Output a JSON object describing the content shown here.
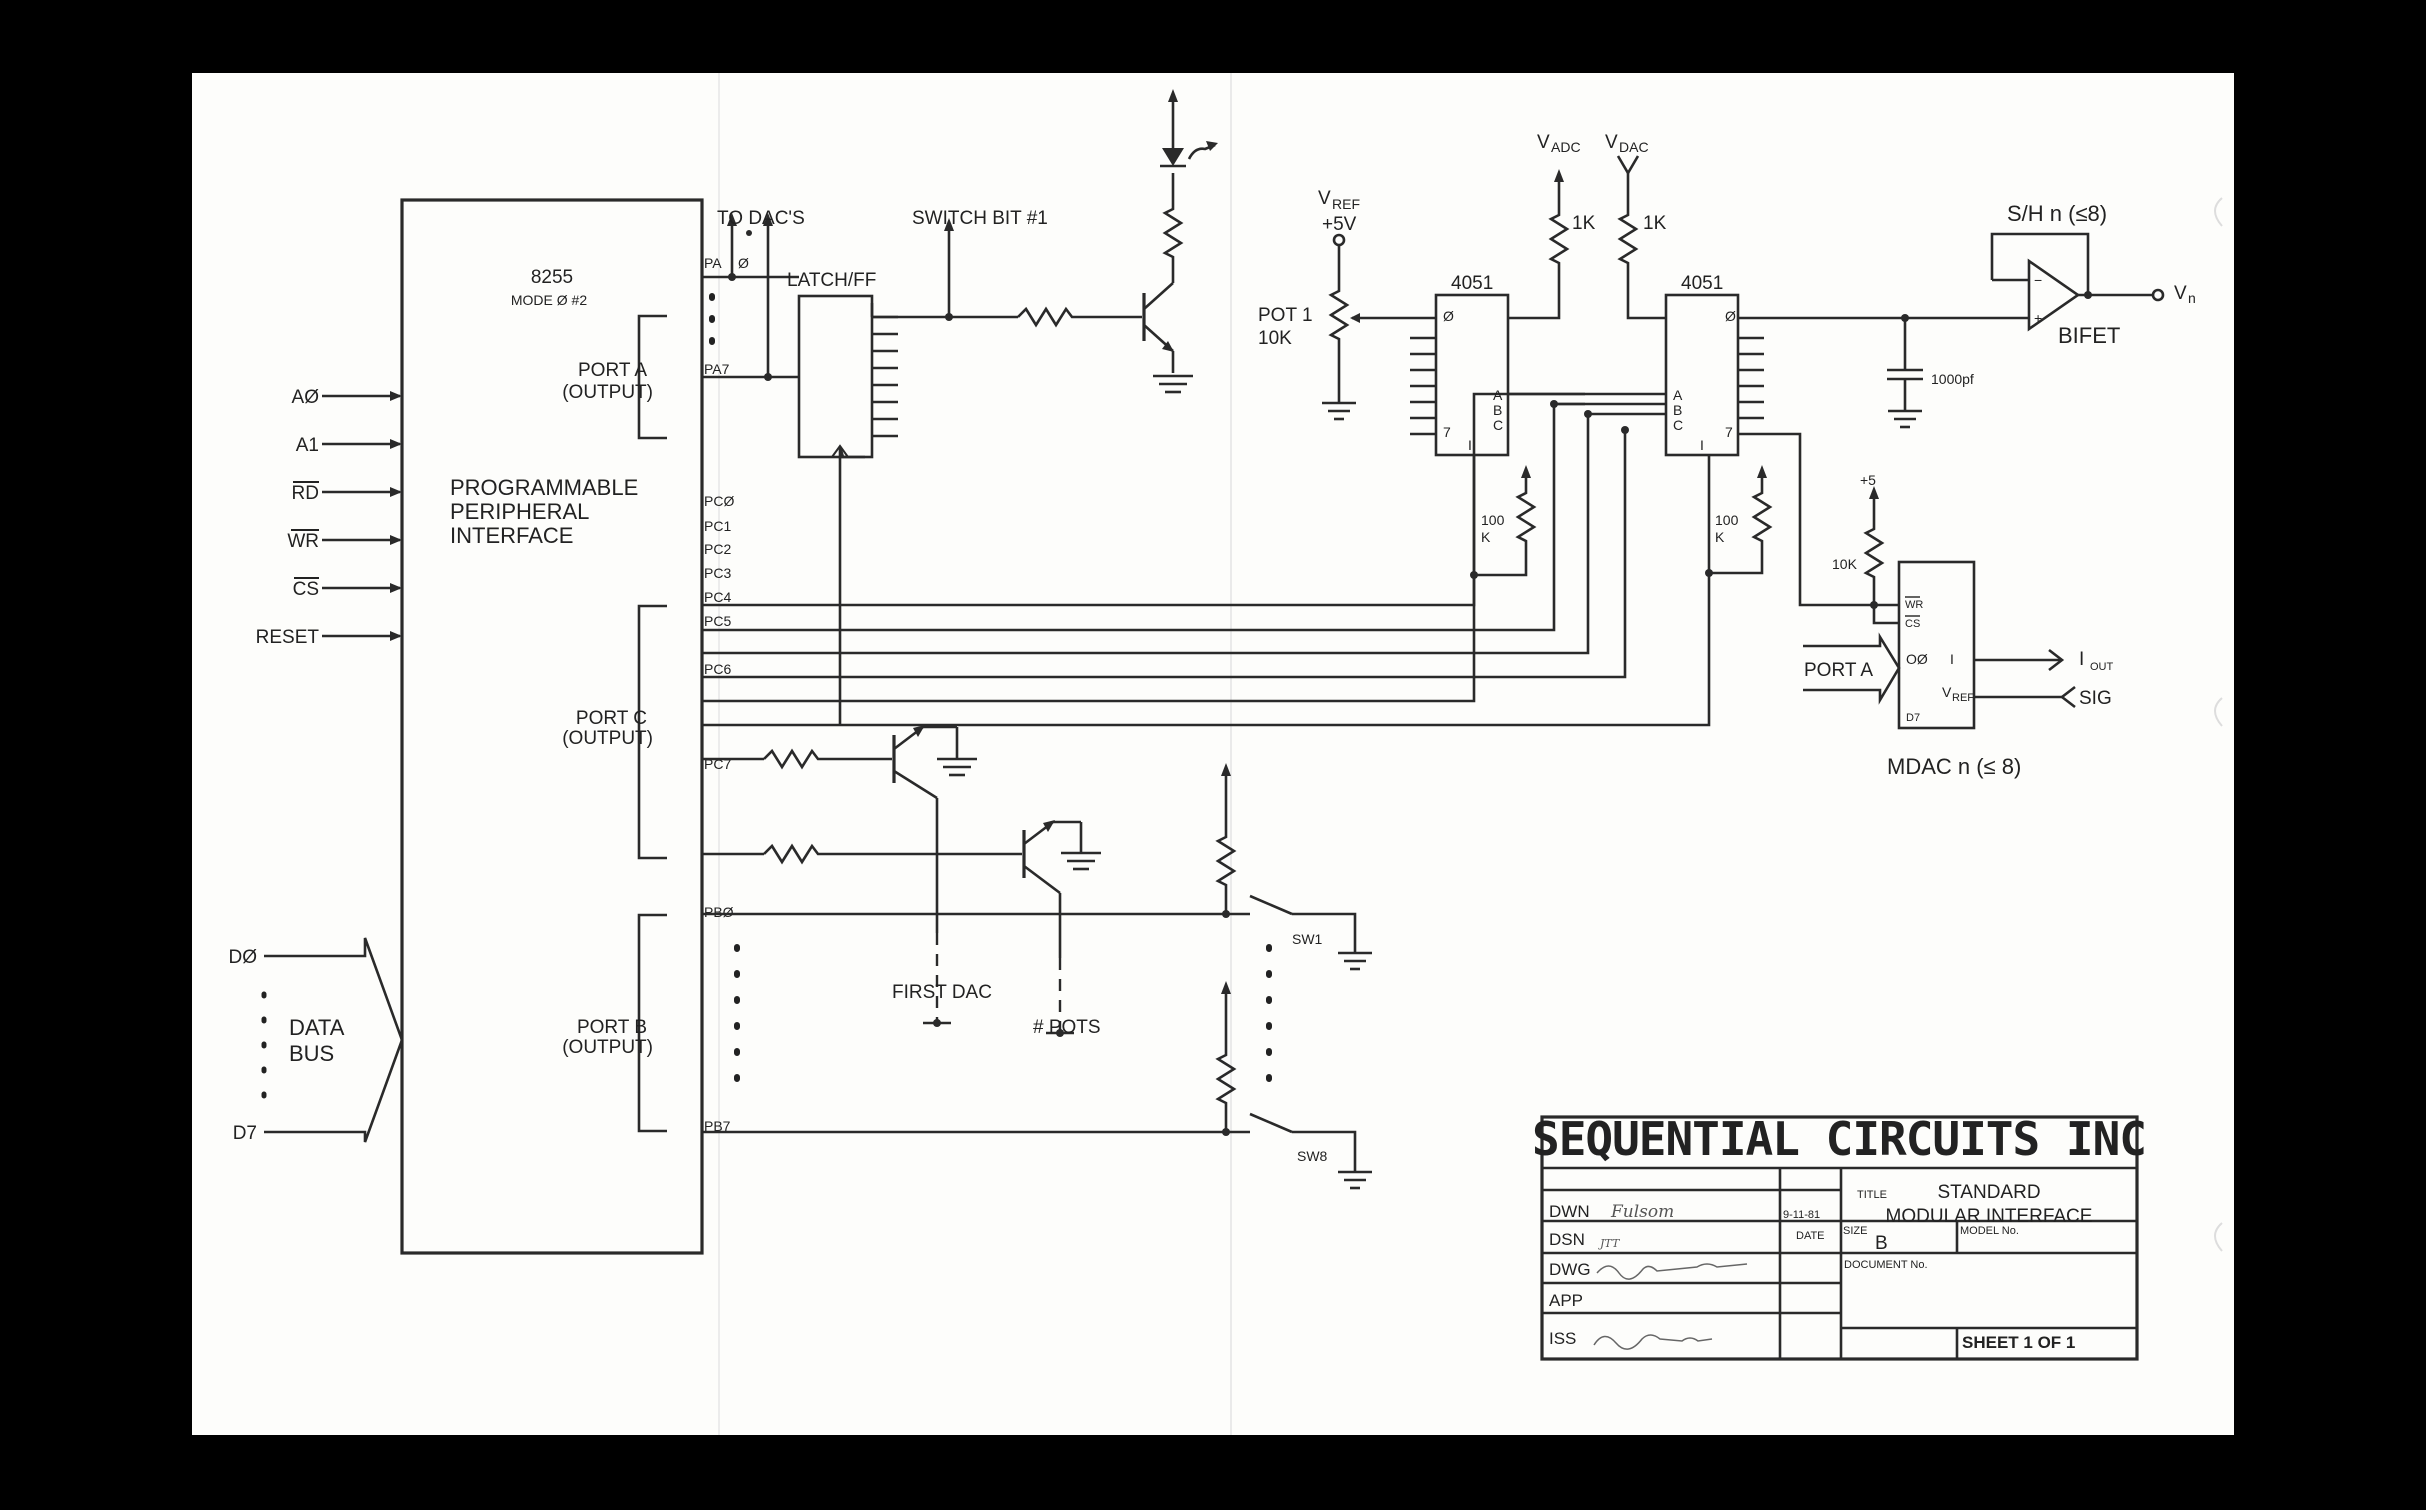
{
  "ic_8255": {
    "part": "8255",
    "mode": "MODE Ø #2",
    "name_lines": [
      "PROGRAMMABLE",
      "PERIPHERAL",
      "INTERFACE"
    ]
  },
  "cpu_signals": [
    "AØ",
    "A1",
    "RD",
    "WR",
    "CS",
    "RESET"
  ],
  "data_bus": {
    "top": "DØ",
    "bottom": "D7",
    "label_lines": [
      "DATA",
      "BUS"
    ]
  },
  "ports": {
    "a": {
      "lines": [
        "PORT A",
        "(OUTPUT)"
      ],
      "first": "PA",
      "first_bit": "Ø",
      "last": "PA7"
    },
    "c": {
      "lines": [
        "PORT C",
        "(OUTPUT)"
      ],
      "pins": [
        "PCØ",
        "PC1",
        "PC2",
        "PC3",
        "PC4",
        "PC5",
        "PC6",
        "PC7"
      ]
    },
    "b": {
      "lines": [
        "PORT B",
        "(OUTPUT)"
      ],
      "first": "PBØ",
      "last": "PB7"
    }
  },
  "labels": {
    "to_dacs": "TO DAC'S",
    "latch": "LATCH/FF",
    "switch_bit": "SWITCH BIT #1",
    "first_dac": "FIRST DAC",
    "pots": "# POTS",
    "sw1": "SW1",
    "sw8": "SW8",
    "vref": "V",
    "vref_sub": "REF",
    "vref_val": "+5V",
    "pot": "POT 1",
    "pot_val": "10K",
    "mux1": "4051",
    "mux2": "4051",
    "mux_in0": "Ø",
    "mux_in7": "7",
    "mux_a": "A",
    "mux_b": "B",
    "mux_c": "C",
    "mux_i": "I",
    "vadc": "V",
    "vadc_sub": "ADC",
    "vdac": "V",
    "vdac_sub": "DAC",
    "r_1k_a": "1K",
    "r_1k_b": "1K",
    "r_100k_a": "100",
    "r_100k_a2": "K",
    "r_100k_b": "100",
    "r_100k_b2": "K",
    "sh": "S/H n (≤8)",
    "bifet": "BIFET",
    "vn": "V",
    "vn_sub": "n",
    "cap": "1000pf",
    "plus5": "+5",
    "r_10k": "10K",
    "mdac_wr": "WR",
    "mdac_cs": "CS",
    "mdac_o": "OØ",
    "mdac_i": "I",
    "mdac_vref": "V",
    "mdac_vref_sub": "REF",
    "mdac_d7": "D7",
    "port_a_in": "PORT A",
    "iout": "I",
    "iout_sub": "OUT",
    "sig": "SIG",
    "mdac": "MDAC n (≤ 8)"
  },
  "title_block": {
    "company": "SEQUENTIAL CIRCUITS INC",
    "title_label": "TITLE",
    "title_lines": [
      "STANDARD",
      "MODULAR  INTERFACE"
    ],
    "rows": [
      "DWN",
      "DSN",
      "DWG",
      "APP",
      "ISS"
    ],
    "dwn_sig": "Fulsom",
    "dsn_sig": "JTT",
    "date_label": "DATE",
    "date": "9-11-81",
    "size_label": "SIZE",
    "size": "B",
    "model_label": "MODEL No.",
    "document_label": "DOCUMENT No.",
    "sheet": "SHEET  1  OF  1"
  }
}
